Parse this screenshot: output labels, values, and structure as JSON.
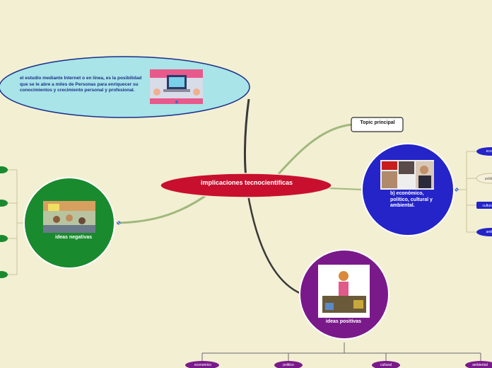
{
  "mindmap": {
    "central_topic": "implicaciones tecnocientificas",
    "topic_principal": "Topic principal",
    "internet_note": "el estudio mediante Internet o en línea, es la posibilidad que se le abre a miles de Personas para enriquecer su conocimientos y crecimiento personal y profesional.",
    "negative_ideas": "ideas negativas",
    "economic_node": "b) económico, político, cultural y ambiental.",
    "positive_ideas": "ideas positivas",
    "right_subtopics": [
      "econ",
      "politi",
      "cultura",
      "ambi"
    ],
    "bottom_subtopics": [
      "economico",
      "politico",
      "cultural",
      "ambiental"
    ]
  },
  "colors": {
    "background": "#f3efd3",
    "central": "#c8102e",
    "negative": "#1a8a2e",
    "positive": "#7a1a8a",
    "economic": "#2424c8",
    "note": "#a8e4e8",
    "branch": "#9fb87a",
    "dark_branch": "#3a3a3a"
  },
  "icons": [
    "note-marker-icon",
    "note-marker-icon",
    "note-marker-icon"
  ]
}
